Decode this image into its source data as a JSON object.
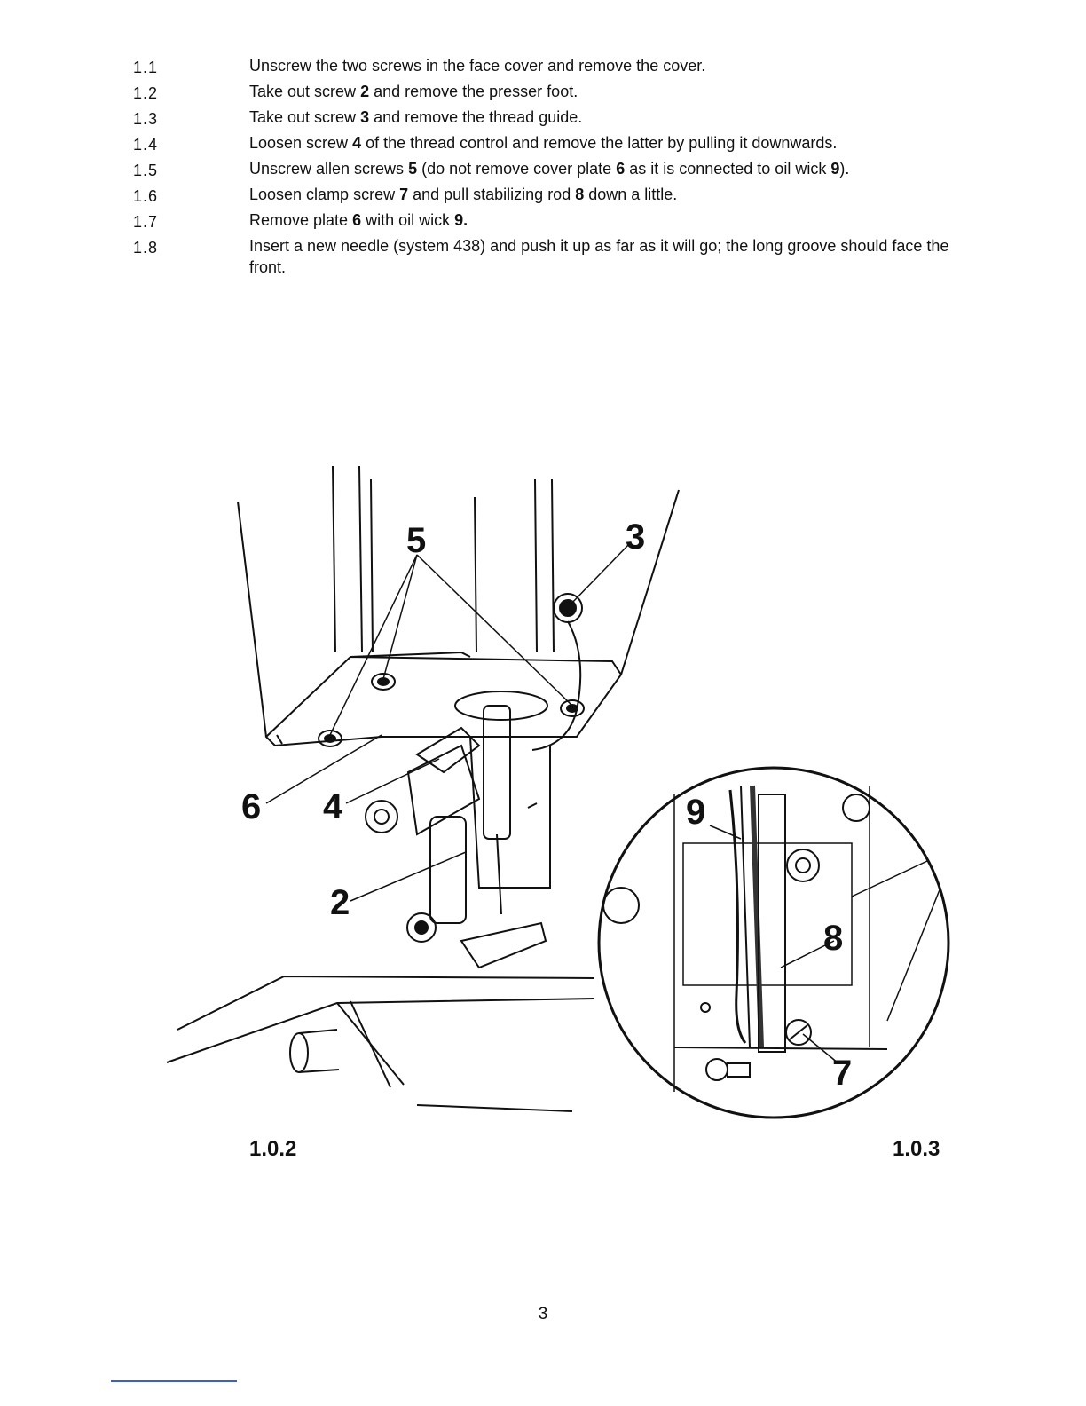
{
  "steps": [
    {
      "num": "1.1",
      "parts": [
        {
          "t": "Unscrew the two screws in the face cover and remove the cover."
        }
      ]
    },
    {
      "num": "1.2",
      "parts": [
        {
          "t": "Take out screw "
        },
        {
          "t": "2",
          "b": true
        },
        {
          "t": " and remove the presser foot."
        }
      ]
    },
    {
      "num": "1.3",
      "parts": [
        {
          "t": "Take out screw "
        },
        {
          "t": "3",
          "b": true
        },
        {
          "t": " and remove the thread guide."
        }
      ]
    },
    {
      "num": "1.4",
      "parts": [
        {
          "t": "Loosen screw "
        },
        {
          "t": "4",
          "b": true
        },
        {
          "t": " of the thread control and remove the latter by pulling it downwards."
        }
      ]
    },
    {
      "num": "1.5",
      "parts": [
        {
          "t": "Unscrew allen screws "
        },
        {
          "t": "5",
          "b": true
        },
        {
          "t": " (do not remove cover plate "
        },
        {
          "t": "6",
          "b": true
        },
        {
          "t": " as it is connected to oil wick "
        },
        {
          "t": "9",
          "b": true
        },
        {
          "t": ")."
        }
      ]
    },
    {
      "num": "1.6",
      "parts": [
        {
          "t": "Loosen clamp screw "
        },
        {
          "t": "7",
          "b": true
        },
        {
          "t": " and pull stabilizing rod "
        },
        {
          "t": "8",
          "b": true
        },
        {
          "t": " down a little."
        }
      ]
    },
    {
      "num": "1.7",
      "parts": [
        {
          "t": "Remove plate "
        },
        {
          "t": "6",
          "b": true
        },
        {
          "t": " with oil wick "
        },
        {
          "t": "9.",
          "b": true
        }
      ]
    },
    {
      "num": "1.8",
      "parts": [
        {
          "t": "Insert a new needle (system 438) and push it up as far as it will go; the long groove should face the front."
        }
      ]
    }
  ],
  "figure": {
    "labels": {
      "l5": "5",
      "l3": "3",
      "l6": "6",
      "l4": "4",
      "l2": "2",
      "l9": "9",
      "l8": "8",
      "l7": "7"
    },
    "caption_left": "1.0.2",
    "caption_right": "1.0.3"
  },
  "page_number": "3"
}
